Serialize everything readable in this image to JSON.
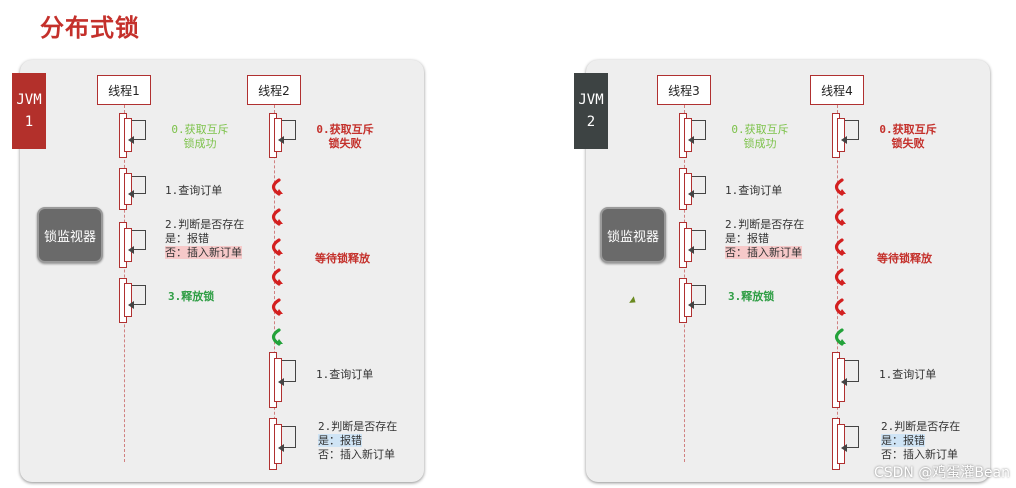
{
  "title": "分布式锁",
  "lock_monitor": "锁监视器",
  "wait_label": "等待锁释放",
  "watermark": "CSDN @鸡蛋灌Bean",
  "panels": [
    {
      "jvm_line1": "JVM",
      "jvm_line2": "1",
      "jvm_color": "#b3302b",
      "thread_a": "线程1",
      "thread_b": "线程2",
      "a_step0_l1": "0.获取互斥",
      "a_step0_l2": "锁成功",
      "b_step0_l1": "0.获取互斥",
      "b_step0_l2": "锁失败",
      "a_step1": "1.查询订单",
      "a_step2_l1": "2.判断是否存在",
      "a_step2_l2": "是：报错",
      "a_step2_l3": "否：插入新订单",
      "a_step3": "3.释放锁",
      "b_step1": "1.查询订单",
      "b_step2_l1": "2.判断是否存在",
      "b_step2_l2": "是：报错",
      "b_step2_l3": "否：插入新订单"
    },
    {
      "jvm_line1": "JVM",
      "jvm_line2": "2",
      "jvm_color": "#3d4343",
      "thread_a": "线程3",
      "thread_b": "线程4",
      "a_step0_l1": "0.获取互斥",
      "a_step0_l2": "锁成功",
      "b_step0_l1": "0.获取互斥",
      "b_step0_l2": "锁失败",
      "a_step1": "1.查询订单",
      "a_step2_l1": "2.判断是否存在",
      "a_step2_l2": "是：报错",
      "a_step2_l3": "否：插入新订单",
      "a_step3": "3.释放锁",
      "b_step1": "1.查询订单",
      "b_step2_l1": "2.判断是否存在",
      "b_step2_l2": "是：报错",
      "b_step2_l3": "否：插入新订单"
    }
  ]
}
